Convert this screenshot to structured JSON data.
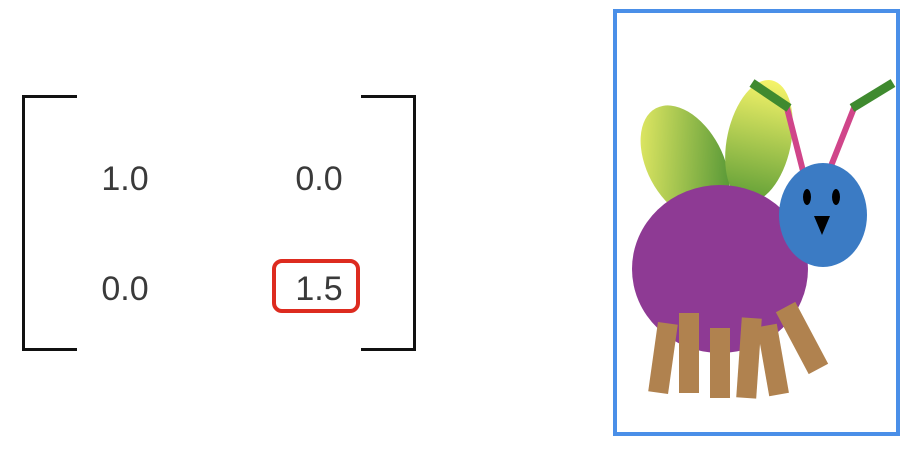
{
  "matrix": {
    "rows": [
      [
        "1.0",
        "0.0"
      ],
      [
        "0.0",
        "1.5"
      ]
    ],
    "highlighted_cell": {
      "row": 1,
      "col": 1
    },
    "highlight_color": "#dd2b1f"
  },
  "image": {
    "subject": "bug-illustration",
    "frame_color": "#4a8fe8",
    "colors": {
      "body": "#8e3a94",
      "head": "#3b7bc4",
      "legs": "#b0824f",
      "antennae": "#d0458a",
      "antenna_tips": "#3f8a2f",
      "wing_light": "#f6f46a",
      "wing_dark": "#3f8a2f"
    }
  }
}
